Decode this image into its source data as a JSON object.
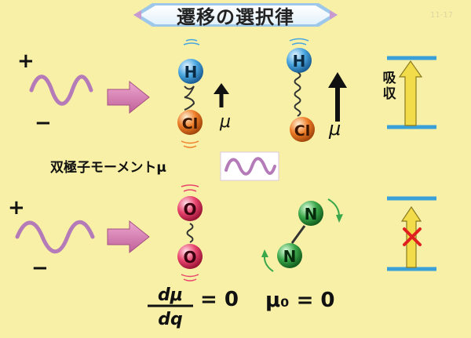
{
  "title": "遷移の選択律",
  "labels": {
    "plus": "+",
    "minus": "−",
    "hydrogen": "H",
    "chlorine": "Cl",
    "oxygen": "O",
    "nitrogen": "N",
    "mu": "μ",
    "dipole_moment": "双極子モーメントμ",
    "absorption": "吸収",
    "eq_left": "= 0",
    "eq_right": "μ₀ = 0",
    "d_mu": "dμ",
    "d_q": "dq",
    "forbidden_mark": "×"
  },
  "colors": {
    "background": "#f7f0a6",
    "wave": "#b57ab8",
    "arrow_pink": "#d983b8",
    "hydrogen": "#4aa6e0",
    "chlorine": "#ee7d28",
    "oxygen": "#e8456e",
    "nitrogen": "#3aa74a",
    "level_line": "#3aa0d8",
    "yellow_arrow": "#f2dc4a",
    "cross": "#e02020"
  }
}
